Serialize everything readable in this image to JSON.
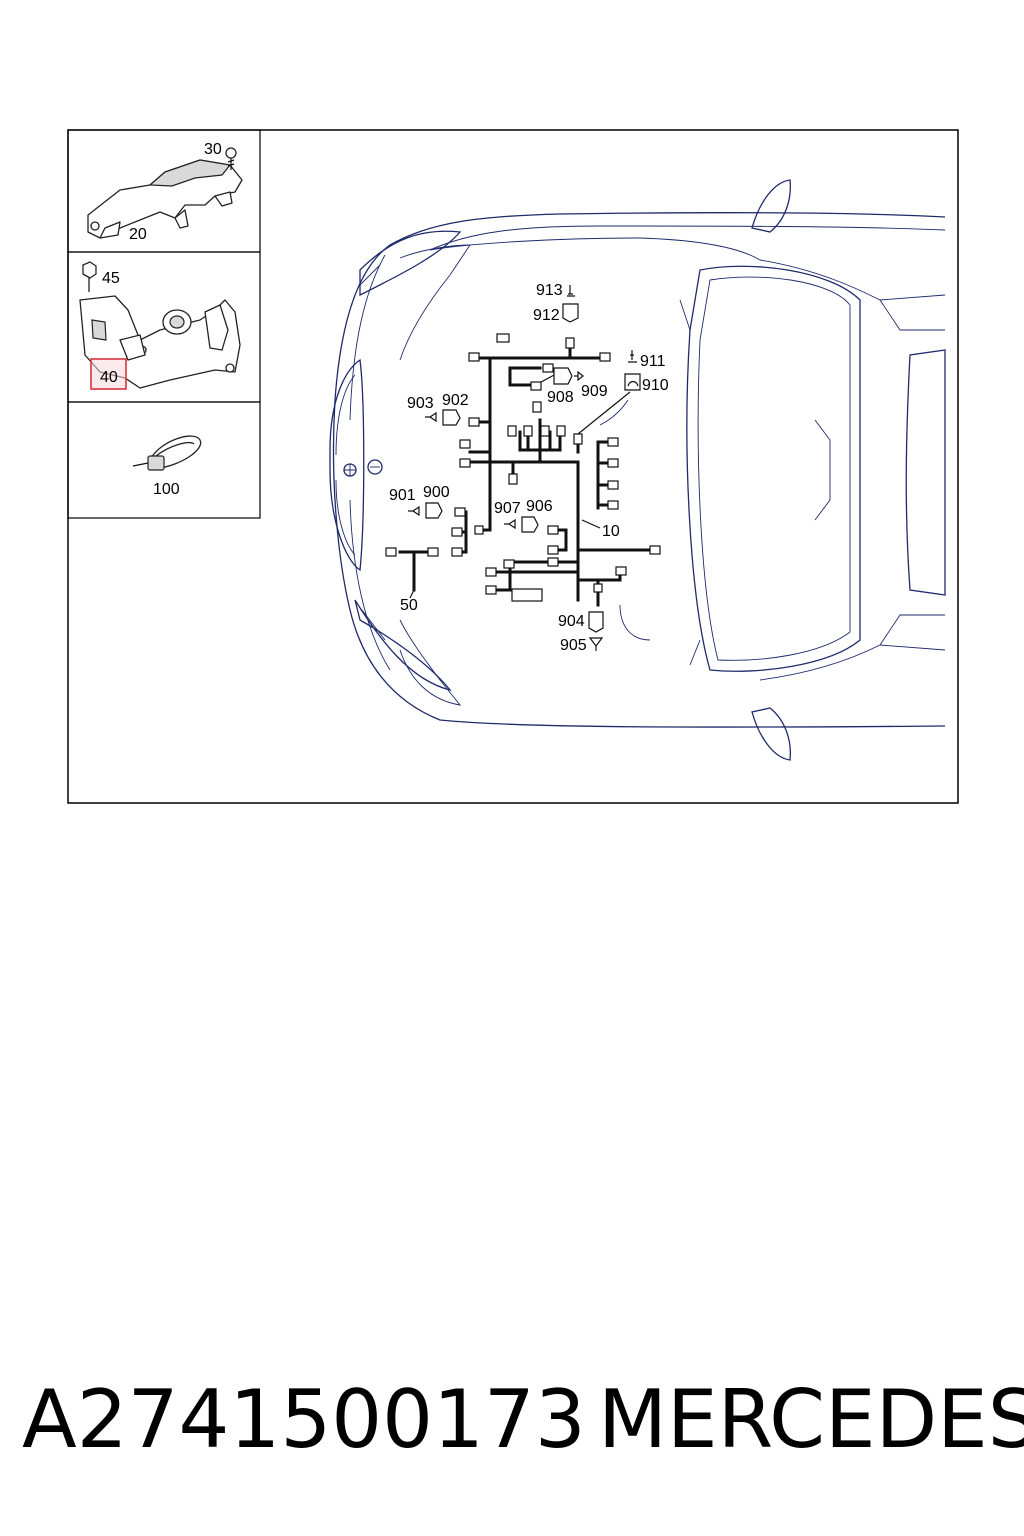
{
  "diagram": {
    "callouts": {
      "c30": "30",
      "c20": "20",
      "c45": "45",
      "c40": "40",
      "c100": "100",
      "c913": "913",
      "c912": "912",
      "c911": "911",
      "c910": "910",
      "c908": "908",
      "c909": "909",
      "c903": "903",
      "c902": "902",
      "c901": "901",
      "c900": "900",
      "c907": "907",
      "c906": "906",
      "c10": "10",
      "c50": "50",
      "c904": "904",
      "c905": "905"
    },
    "highlighted_callout": "40",
    "colors": {
      "frame": "#000000",
      "car_outline": "#1f2a6b",
      "highlight": "#d9343f",
      "highlight_fill": "#f7d9dc"
    }
  },
  "footer": {
    "part_number": "A2741500173",
    "brand": "MERCEDES"
  }
}
